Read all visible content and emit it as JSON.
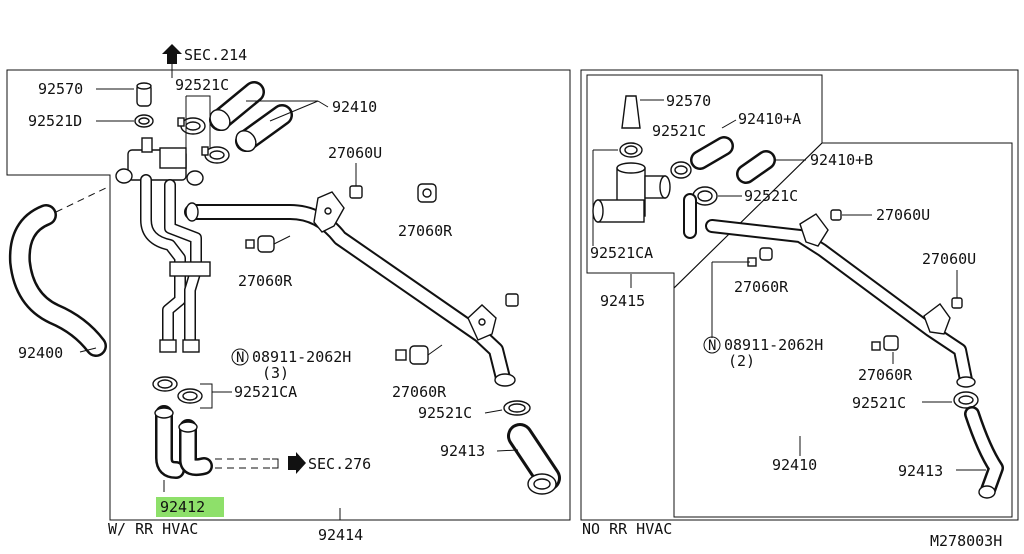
{
  "diagram": {
    "diagram_id": "M278003H",
    "left_panel": {
      "variant_label": "W/ RR HVAC",
      "assembly_label": "92414",
      "callouts": {
        "sec_top": "SEC.214",
        "sec_right": "SEC.276",
        "p92570": "92570",
        "p92521d": "92521D",
        "p92521c_top": "92521C",
        "p92410": "92410",
        "p27060u": "27060U",
        "p27060r_a": "27060R",
        "p27060r_b": "27060R",
        "p27060r_c": "27060R",
        "p08911": "08911-2062H",
        "p08911_qty": "(3)",
        "p92521ca": "92521CA",
        "p92521c_low": "92521C",
        "p92413": "92413",
        "p92412": "92412",
        "p92400": "92400"
      }
    },
    "right_panel": {
      "variant_label": "NO RR HVAC",
      "inset_label": "92415",
      "callouts": {
        "p92570": "92570",
        "p92521c_a": "92521C",
        "p92410a": "92410+A",
        "p92410b": "92410+B",
        "p92521c_b": "92521C",
        "p92521ca": "92521CA",
        "p27060u_a": "27060U",
        "p27060u_b": "27060U",
        "p27060r_a": "27060R",
        "p27060r_b": "27060R",
        "p08911": "08911-2062H",
        "p08911_qty": "(2)",
        "p92521c_c": "92521C",
        "p92410": "92410",
        "p92413": "92413"
      }
    },
    "symbols": {
      "nut_marker": "N"
    },
    "highlight_color": "#8ee06a"
  }
}
